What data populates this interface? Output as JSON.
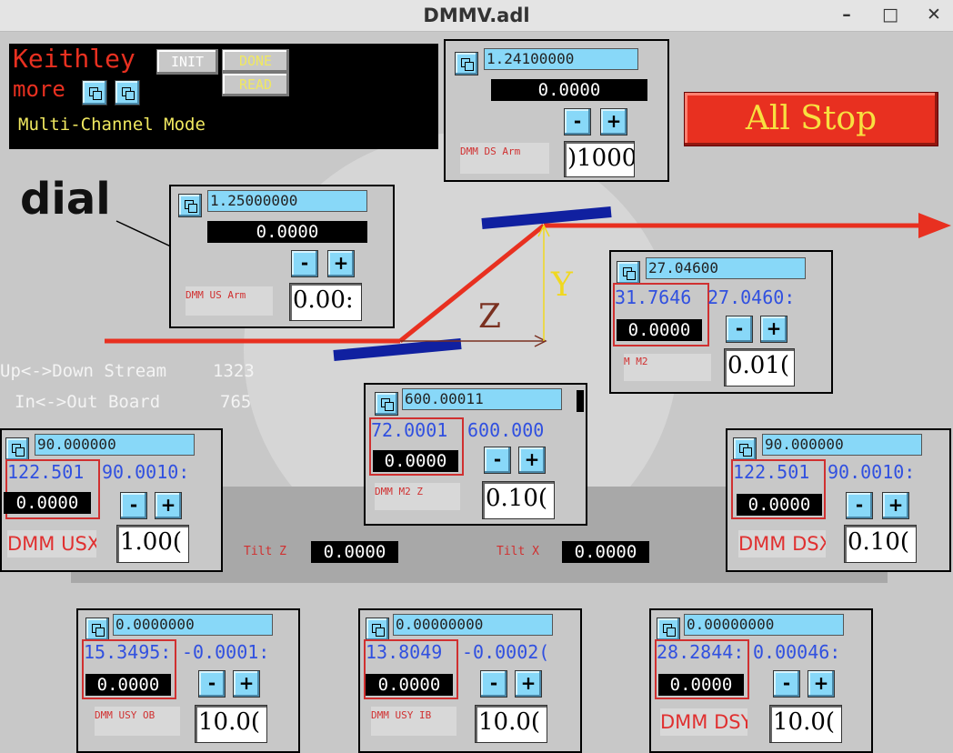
{
  "window": {
    "title": "DMMV.adl",
    "minimize": "–",
    "maximize": "□",
    "close": "✕"
  },
  "keithley": {
    "title": "Keithley",
    "more": "more",
    "init": "INIT",
    "done": "DONE",
    "read": "READ",
    "mode": "Multi-Channel Mode"
  },
  "all_stop": "All Stop",
  "dial_label": "dial",
  "diagram": {
    "z": "Z",
    "y": "Y"
  },
  "info": {
    "updown_label": "Up<->Down Stream",
    "updown_value": "1323",
    "inout_label": "In<->Out Board",
    "inout_value": "765"
  },
  "tilt": {
    "z_label": "Tilt Z",
    "z_value": "0.0000",
    "x_label": "Tilt X",
    "x_value": "0.0000"
  },
  "motors": {
    "ds_arm": {
      "drive": "1.24100000",
      "readback": "0.0000",
      "tweak": ")1000",
      "label": "DMM DS Arm"
    },
    "us_arm": {
      "drive": "1.25000000",
      "readback": "0.0000",
      "tweak": "0.00:",
      "label": "DMM US Arm"
    },
    "m2": {
      "drive": "27.04600",
      "raw": "31.7646",
      "user": "27.0460:",
      "readback": "0.0000",
      "tweak": "0.01(",
      "label": "M M2"
    },
    "m2z": {
      "drive": "600.00011",
      "raw": "72.0001",
      "user": "600.000",
      "readback": "0.0000",
      "tweak": "0.10(",
      "label": "DMM M2 Z"
    },
    "usx": {
      "drive": "90.000000",
      "raw": "122.501",
      "user": "90.0010:",
      "readback": "0.0000",
      "tweak": "1.00(",
      "label": "DMM USX"
    },
    "dsx": {
      "drive": "90.000000",
      "raw": "122.501",
      "user": "90.0010:",
      "readback": "0.0000",
      "tweak": "0.10(",
      "label": "DMM DSX"
    },
    "usy_ob": {
      "drive": "0.0000000",
      "raw": "15.3495:",
      "user": "-0.0001:",
      "readback": "0.0000",
      "tweak": "10.0(",
      "label": "DMM USY OB"
    },
    "usy_ib": {
      "drive": "0.00000000",
      "raw": "13.8049",
      "user": "-0.0002(",
      "readback": "0.0000",
      "tweak": "10.0(",
      "label": "DMM USY IB"
    },
    "dsy": {
      "drive": "0.00000000",
      "raw": "28.2844:",
      "user": "0.00046:",
      "readback": "0.0000",
      "tweak": "10.0(",
      "label": "DMM DSY"
    }
  },
  "pm": {
    "minus": "-",
    "plus": "+"
  },
  "colors": {
    "background": "#c8c8c8",
    "drive_field": "#88d8f8",
    "all_stop_bg": "#e83020",
    "all_stop_text": "#f8e040",
    "beam": "#e83020",
    "mirror": "#1020a0",
    "title_red": "#e83020",
    "label_yellow": "#f0e860",
    "blue_text": "#3050e0"
  },
  "icons": {
    "related_display": "related-display-icon"
  }
}
